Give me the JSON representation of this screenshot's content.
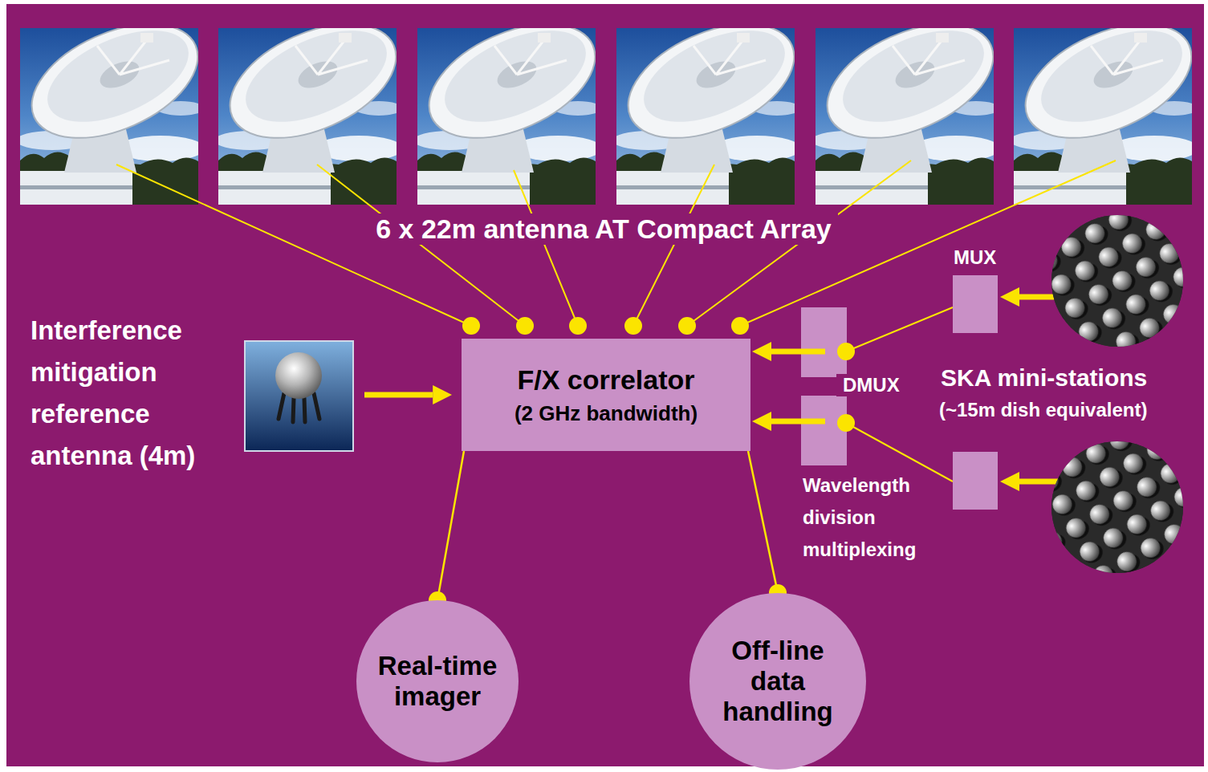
{
  "diagram": {
    "nodes": [
      {
        "text": [
          "Interference mitigation reference antenna (4m)"
        ]
      },
      {
        "text": [
          "F/X correlator",
          "(2 GHz bandwidth)"
        ]
      },
      {
        "text": [
          "Real-time imager"
        ]
      },
      {
        "text": [
          "Off-line data handling"
        ]
      }
    ],
    "edges": [
      {
        "from": 0,
        "to": 1,
        "arrow": "to"
      },
      {
        "from": 1,
        "to": 2,
        "arrow": "none"
      },
      {
        "from": 1,
        "to": 3,
        "arrow": "none"
      }
    ],
    "labels": [
      "6 x 22m antenna AT Compact Array",
      "MUX",
      "SKA mini-stations",
      "DMUX",
      "(~15m dish equivalent)",
      "Wavelength division multiplexing"
    ]
  }
}
